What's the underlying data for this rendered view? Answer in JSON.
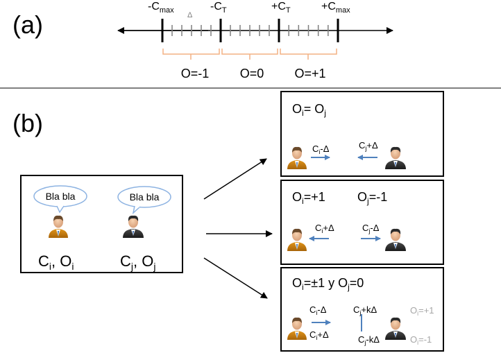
{
  "panel_a": {
    "label": "(a)",
    "tick_labels": [
      {
        "sign": "-",
        "base": "C",
        "sub": "max"
      },
      {
        "sign": "-",
        "base": "C",
        "sub": "T"
      },
      {
        "sign": "+",
        "base": "C",
        "sub": "T"
      },
      {
        "sign": "+",
        "base": "C",
        "sub": "max"
      }
    ],
    "delta_symbol": "Δ",
    "opinion_labels": [
      "O=-1",
      "O=0",
      "O=+1"
    ],
    "colors": {
      "brace": "#f4b183",
      "minor_tick": "#7f7f7f",
      "major_tick": "#000000"
    }
  },
  "panel_b": {
    "label": "(b)",
    "left_box": {
      "speech_left": "Bla bla",
      "speech_right": "Bla bla",
      "caption_left": {
        "c": "C",
        "c_sub": "i",
        "o": "O",
        "o_sub": "i"
      },
      "caption_right": {
        "c": "C",
        "c_sub": "j",
        "o": "O",
        "o_sub": "j"
      }
    },
    "case1": {
      "title": {
        "a": "O",
        "a_sub": "i",
        "mid": "= O",
        "b_sub": "j"
      },
      "left_update": {
        "c": "C",
        "sub": "i",
        "rest": "-Δ"
      },
      "right_update": {
        "c": "C",
        "sub": "j",
        "rest": "+Δ"
      }
    },
    "case2": {
      "title_left": {
        "o": "O",
        "sub": "i",
        "rest": "=+1"
      },
      "title_right": {
        "o": "O",
        "sub": "j",
        "rest": "=-1"
      },
      "left_update": {
        "c": "C",
        "sub": "i",
        "rest": "+Δ"
      },
      "right_update": {
        "c": "C",
        "sub": "j",
        "rest": "-Δ"
      }
    },
    "case3": {
      "title": {
        "o1": "O",
        "sub1": "i",
        "mid": "=±1 y O",
        "sub2": "j",
        "rest": "=0"
      },
      "left_top": {
        "c": "C",
        "sub": "i",
        "rest": "-Δ"
      },
      "left_bottom": {
        "c": "C",
        "sub": "i",
        "rest": "+Δ"
      },
      "right_top": {
        "c": "C",
        "sub": "j",
        "rest": "+kΔ"
      },
      "right_bottom": {
        "c": "C",
        "sub": "j",
        "rest": "-kΔ"
      },
      "note_top": {
        "o": "O",
        "sub": "i",
        "rest": "=+1"
      },
      "note_bottom": {
        "o": "O",
        "sub": "i",
        "rest": "=-1"
      }
    },
    "colors": {
      "arrow_blue": "#4f81bd",
      "bubble_border": "#8db3e2",
      "note_gray": "#a6a6a6"
    }
  }
}
